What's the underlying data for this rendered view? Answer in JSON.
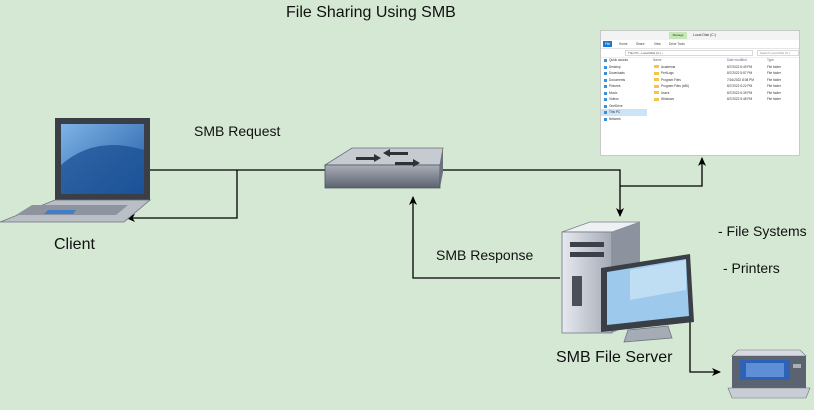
{
  "title": "File Sharing Using SMB",
  "labels": {
    "smb_request": "SMB Request",
    "smb_response": "SMB Response",
    "client": "Client",
    "server": "SMB File Server",
    "file_systems": "- File Systems",
    "printers": "- Printers"
  },
  "colors": {
    "background": "#d5e8d4",
    "line": "#000000",
    "screen": "#2e6fb8",
    "switch": "#8a8f99"
  },
  "icons": [
    "laptop-icon",
    "network-switch-icon",
    "server-icon",
    "printer-icon"
  ],
  "explorer": {
    "ribbon_manage": "Manage",
    "window_title": "Local Disk (C:)",
    "tabs": [
      "File",
      "Home",
      "Share",
      "View",
      "Drive Tools"
    ],
    "address": "This PC › Local Disk (C:) ›",
    "search": "Search Local Disk (C:)",
    "nav": [
      "Quick access",
      "Desktop",
      "Downloads",
      "Documents",
      "Pictures",
      "Music",
      "Videos",
      "OneDrive",
      "This PC",
      "Network"
    ],
    "columns": [
      "Name",
      "Date modified",
      "Type"
    ],
    "rows": [
      {
        "name": "Academia",
        "date": "8/7/2022 6:49 PM",
        "type": "File folder"
      },
      {
        "name": "PerfLogs",
        "date": "8/7/2022 5:57 PM",
        "type": "File folder"
      },
      {
        "name": "Program Files",
        "date": "7/16/2022 8:08 PM",
        "type": "File folder"
      },
      {
        "name": "Program Files (x86)",
        "date": "8/7/2022 5:22 PM",
        "type": "File folder"
      },
      {
        "name": "Users",
        "date": "8/7/2022 6:39 PM",
        "type": "File folder"
      },
      {
        "name": "Windows",
        "date": "8/7/2022 5:48 PM",
        "type": "File folder"
      }
    ]
  }
}
